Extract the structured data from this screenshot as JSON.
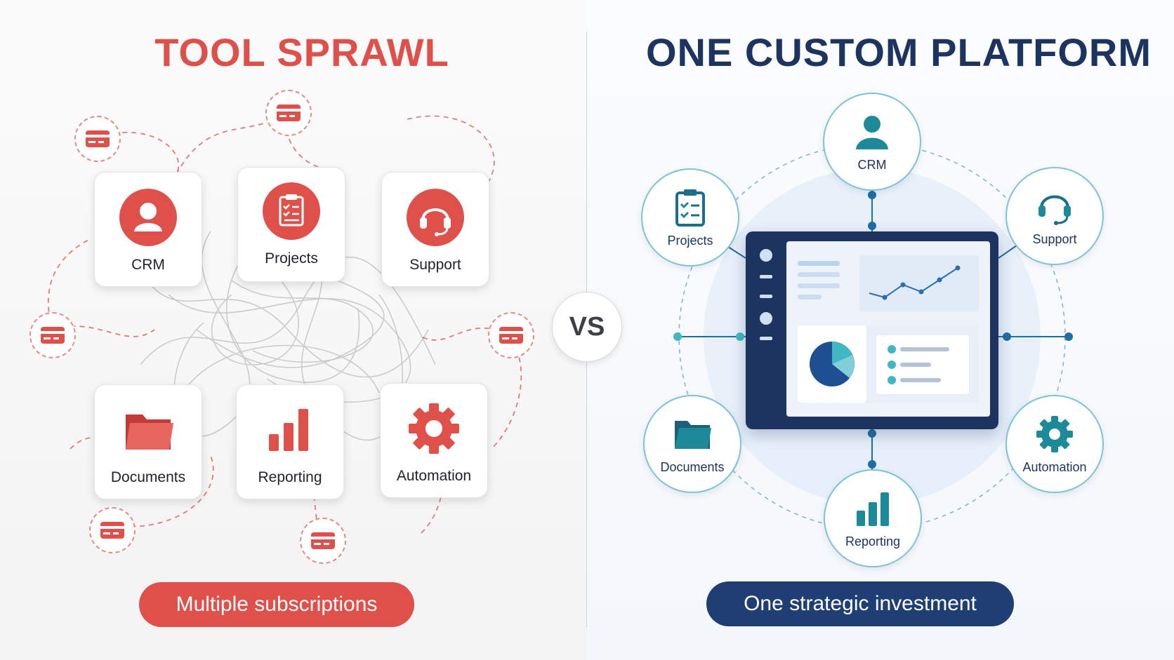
{
  "left": {
    "title": "TOOL SPRAWL",
    "tools": [
      {
        "label": "CRM",
        "icon": "user-icon"
      },
      {
        "label": "Projects",
        "icon": "clipboard-icon"
      },
      {
        "label": "Support",
        "icon": "headset-icon"
      },
      {
        "label": "Documents",
        "icon": "folder-icon"
      },
      {
        "label": "Reporting",
        "icon": "bar-chart-icon"
      },
      {
        "label": "Automation",
        "icon": "gear-icon"
      }
    ],
    "subscription_icon": "credit-card-icon",
    "badge": "Multiple subscriptions",
    "accent": "#e0504a"
  },
  "vs": "VS",
  "right": {
    "title": "ONE CUSTOM PLATFORM",
    "modules": [
      {
        "label": "CRM",
        "icon": "user-icon"
      },
      {
        "label": "Projects",
        "icon": "clipboard-icon"
      },
      {
        "label": "Support",
        "icon": "headset-icon"
      },
      {
        "label": "Documents",
        "icon": "folder-icon"
      },
      {
        "label": "Reporting",
        "icon": "bar-chart-icon"
      },
      {
        "label": "Automation",
        "icon": "gear-icon"
      }
    ],
    "hub_icon": "dashboard-icon",
    "badge": "One strategic investment",
    "accent": "#1d3461",
    "teal": "#1c8a99"
  }
}
